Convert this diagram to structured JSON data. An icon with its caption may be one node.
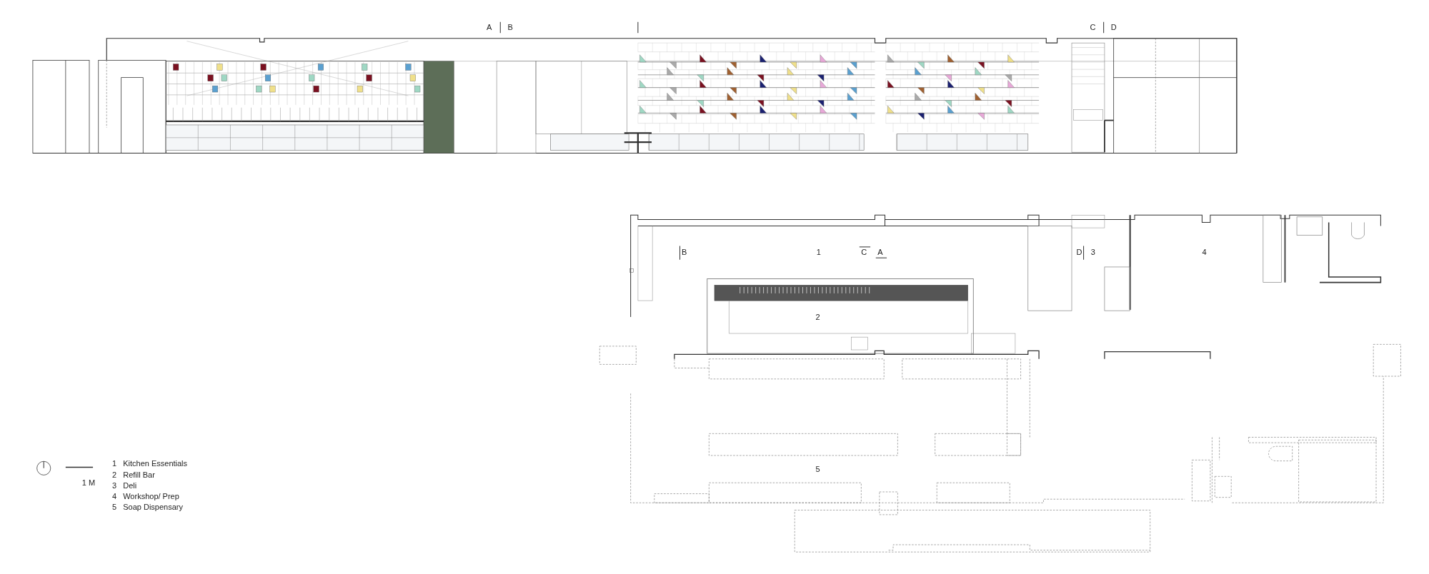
{
  "diagram": {
    "labels": [
      "A",
      "B",
      "C",
      "D",
      "B",
      "1",
      "C",
      "A",
      "D",
      "3",
      "4",
      "2",
      "5",
      "1 M",
      "1",
      "Kitchen Essentials",
      "2",
      "Refill Bar",
      "3",
      "Deli",
      "4",
      "Workshop/ Prep",
      "5",
      "Soap Dispensary"
    ]
  }
}
